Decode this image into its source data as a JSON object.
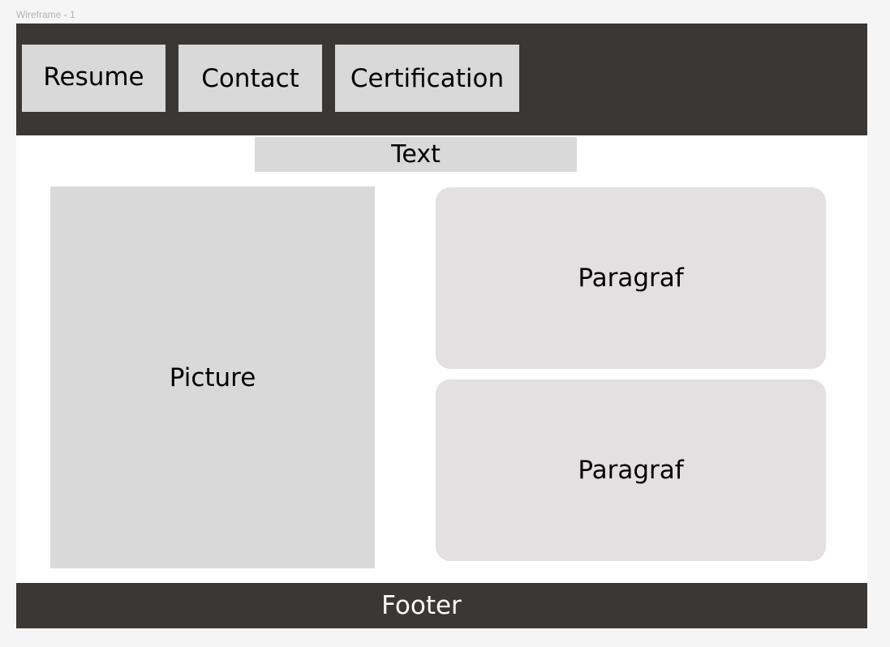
{
  "frame": {
    "label": "Wireframe - 1"
  },
  "header": {
    "nav": [
      {
        "label": "Resume"
      },
      {
        "label": "Contact"
      },
      {
        "label": "Certification"
      }
    ]
  },
  "main": {
    "text_label": "Text",
    "picture_label": "Picture",
    "paragraphs": [
      {
        "label": "Paragraf"
      },
      {
        "label": "Paragraf"
      }
    ]
  },
  "footer": {
    "label": "Footer"
  },
  "colors": {
    "canvas": "#f5f5f5",
    "frame_bg": "#ffffff",
    "header_bg": "#3a3735",
    "block_gray": "#d9d9d9",
    "paragraph_gray": "#e2e0e1",
    "footer_text": "#ffffff"
  }
}
